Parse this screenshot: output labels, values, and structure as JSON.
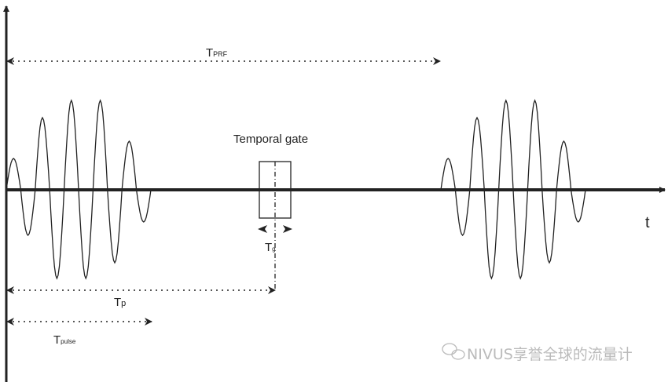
{
  "labels": {
    "t_prf_main": "T",
    "t_prf_sub": "PRF",
    "temporal_gate": "Temporal gate",
    "t_gate_main": "T",
    "t_gate_sub": "g",
    "t_p_main": "T",
    "t_p_sub": "p",
    "t_pulse_main": "T",
    "t_pulse_sub": "pulse",
    "time_axis": "t"
  },
  "watermark": "NIVUS享誉全球的流量计",
  "pulse": {
    "half_cycle_amplitudes": [
      40,
      58,
      92,
      113,
      114,
      113,
      114,
      93,
      62,
      41
    ]
  },
  "colors": {
    "ink": "#222222",
    "watermark": "#bbbbbb"
  }
}
